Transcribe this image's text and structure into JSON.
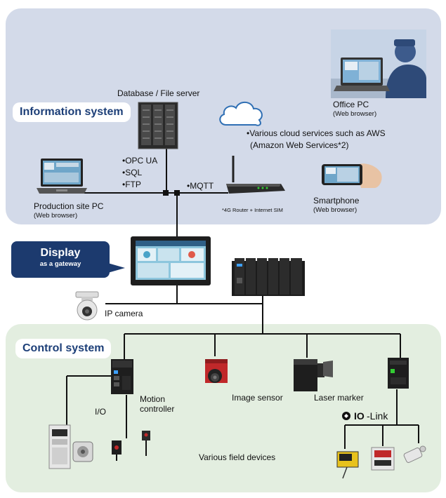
{
  "info_section": {
    "title": "Information system",
    "database_label": "Database / File server",
    "protocols": [
      "•OPC UA",
      "•SQL",
      "•FTP"
    ],
    "production_pc_label": "Production site PC",
    "production_pc_sub": "(Web browser)",
    "mqtt_label": "•MQTT",
    "router_label": "*4G Router + Internet SIM",
    "cloud_line1": "•Various cloud services such as AWS",
    "cloud_line2": "(Amazon Web Services*2)",
    "office_pc_label": "Office PC",
    "office_pc_sub": "(Web browser)",
    "smartphone_label": "Smartphone",
    "smartphone_sub": "(Web browser)"
  },
  "gateway": {
    "title": "Display",
    "subtitle": "as a gateway"
  },
  "ip_camera_label": "IP camera",
  "control_section": {
    "title": "Control system",
    "motion_controller_label_1": "Motion",
    "motion_controller_label_2": "controller",
    "io_label": "I/O",
    "image_sensor_label": "Image sensor",
    "laser_marker_label": "Laser marker",
    "iolink_io": "IO",
    "iolink_link": "-Link",
    "field_devices_label": "Various field devices"
  },
  "colors": {
    "info_panel": "#d3dae9",
    "control_panel": "#e3eee0",
    "label_text": "#1d3f78",
    "gateway_box": "#1c3a6e"
  }
}
